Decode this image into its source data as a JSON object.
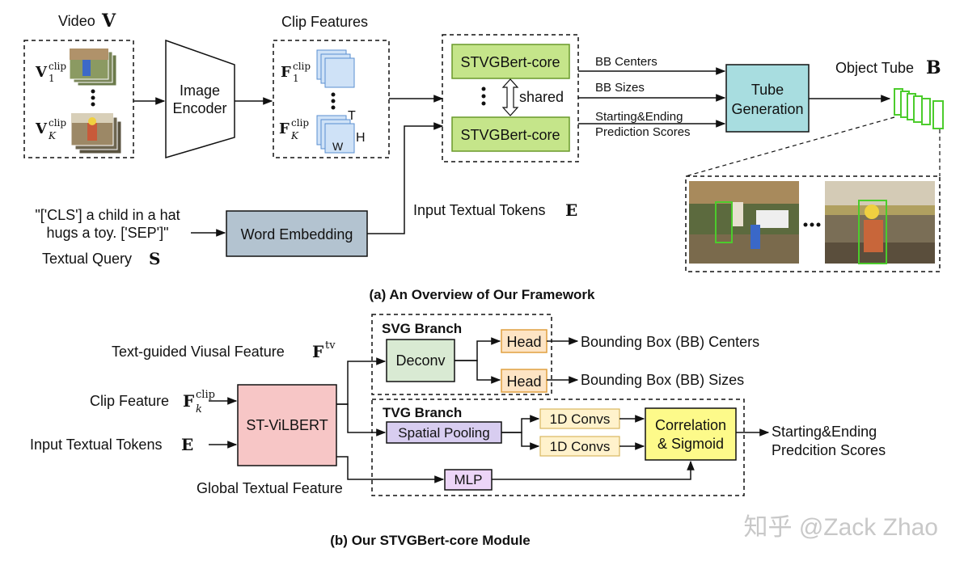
{
  "overview": {
    "video_label": "Video",
    "video_symbol": "V",
    "frame_first_base": "V",
    "frame_first_sub": "1",
    "frame_last_base": "V",
    "frame_last_sub": "K",
    "clip_sup": "clip",
    "image_encoder": [
      "Image",
      "Encoder"
    ],
    "clip_features_label": "Clip Features",
    "feat_first_base": "F",
    "feat_first_sub": "1",
    "feat_last_base": "F",
    "feat_last_sub": "K",
    "dim_t": "T",
    "dim_h": "H",
    "dim_w": "W",
    "stvgbert_top": "STVGBert-core",
    "stvgbert_bottom": "STVGBert-core",
    "shared_label": "shared",
    "bb_centers": "BB Centers",
    "bb_sizes": "BB Sizes",
    "start_end_line1": "Starting&Ending",
    "start_end_line2": "Prediction Scores",
    "tube_generation": [
      "Tube",
      "Generation"
    ],
    "object_tube_label": "Object Tube",
    "object_tube_symbol": "B",
    "query_line1": "\"['CLS'] a child in a hat",
    "query_line2": "hugs a toy. ['SEP']\"",
    "textual_query_label": "Textual Query",
    "textual_query_symbol": "S",
    "word_embedding": "Word Embedding",
    "input_tokens_label": "Input Textual Tokens",
    "input_tokens_symbol": "E",
    "ellipsis": "...",
    "caption": "(a) An Overview of Our Framework"
  },
  "core": {
    "svg_branch": "SVG Branch",
    "tvg_branch": "TVG Branch",
    "text_guided_label": "Text-guided Viusal Feature",
    "text_guided_base": "F",
    "text_guided_sup": "tv",
    "clip_feature_label": "Clip Feature",
    "clip_feature_base": "F",
    "clip_feature_sub": "k",
    "clip_feature_sup": "clip",
    "input_tokens_label": "Input Textual Tokens",
    "input_tokens_symbol": "E",
    "global_textual": "Global Textual Feature",
    "st_vilbert": "ST-ViLBERT",
    "deconv": "Deconv",
    "head_top": "Head",
    "head_bottom": "Head",
    "bb_centers_out": "Bounding Box (BB) Centers",
    "bb_sizes_out": "Bounding Box (BB) Sizes",
    "spatial_pooling": "Spatial Pooling",
    "conv_top": "1D Convs",
    "conv_bottom": "1D Convs",
    "correlation": [
      "Correlation",
      "& Sigmoid"
    ],
    "mlp": "MLP",
    "scores_out": [
      "Starting&Ending",
      "Predcition Scores"
    ],
    "caption": "(b) Our STVGBert-core Module"
  },
  "watermark": "知乎 @Zack Zhao",
  "colors": {
    "stvgbert_fill": "#c5e58a",
    "stvgbert_stroke": "#6a9a2a",
    "tube_fill": "#a8dde0",
    "word_emb_fill": "#b3c3d0",
    "st_vilbert_fill": "#f7c6c6",
    "deconv_fill": "#d9ead3",
    "head_fill": "#fde4c4",
    "head_stroke": "#e0a040",
    "pool_fill": "#d8cdf0",
    "conv_fill": "#fff2cc",
    "corr_fill": "#fdfa8a",
    "mlp_fill": "#ecd5f7",
    "feature_fill": "#cfe2f7",
    "tube_green": "#4ccc2c"
  }
}
